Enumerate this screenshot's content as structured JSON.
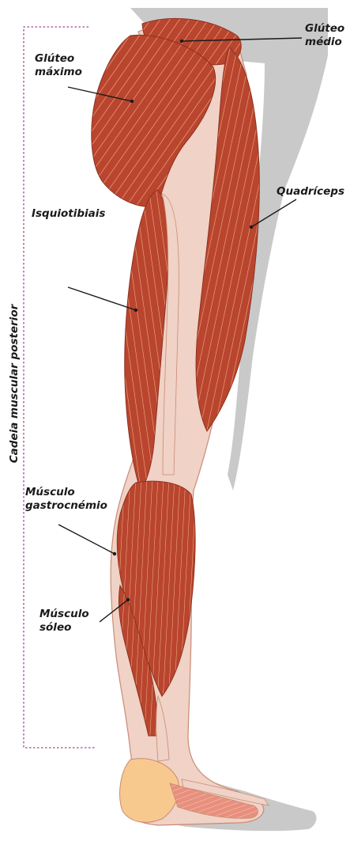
{
  "labels": {
    "gluteo_medio": [
      "Glúteo",
      "médio"
    ],
    "gluteo_maximo": [
      "Glúteo",
      "máximo"
    ],
    "quadriceps": "Quadríceps",
    "isquiotibiais": "Isquiotibiais",
    "gastrocnemio": [
      "Músculo",
      "gastrocnémio"
    ],
    "soleo": [
      "Músculo",
      "sóleo"
    ]
  },
  "side_label": "Cadeia muscular posterior",
  "colors": {
    "muscle": "#b9452f",
    "muscle_dark": "#8e3120",
    "fiber": "#f2b487",
    "tendon": "#f0d2c6",
    "tendon_edge": "#c98b74",
    "bone_shadow": "#c9c9c9",
    "foot": "#f8c98f",
    "bracket": "#9b4b8f"
  }
}
